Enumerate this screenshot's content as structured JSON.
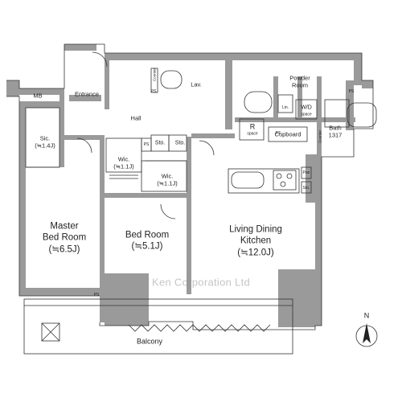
{
  "rooms": {
    "mb": "MB",
    "entrance": "Entrance",
    "hall": "Hall",
    "lav": "Lav.",
    "powder_room": [
      "Powder",
      "Room"
    ],
    "lin": "Lin.",
    "wd": [
      "W/D",
      "space"
    ],
    "bath": [
      "Bath",
      "1317"
    ],
    "sic": [
      "Sic.",
      "(≒1.4J)"
    ],
    "wic1": [
      "Wic.",
      "(≒1.1J)"
    ],
    "wic2": [
      "Wic.",
      "(≒1.1J)"
    ],
    "sto1": "Sto.",
    "sto2": "Sto.",
    "sto3": "Sto.",
    "ps": "PS",
    "r_space": [
      "R",
      "space"
    ],
    "cupboard": "Cupboard",
    "pan": "Pan",
    "counter": "Counter",
    "master_bed": [
      "Master",
      "Bed Room",
      "(≒6.5J)"
    ],
    "bed_room": [
      "Bed Room",
      "(≒5.1J)"
    ],
    "ldk": [
      "Living Dining",
      "Kitchen",
      "(≒12.0J)"
    ],
    "balcony": "Balcony"
  },
  "watermark": "Ken Corporation Ltd",
  "compass": "N",
  "colors": {
    "wall": "#9a9a9a",
    "line": "#333333",
    "fill": "#ffffff"
  }
}
